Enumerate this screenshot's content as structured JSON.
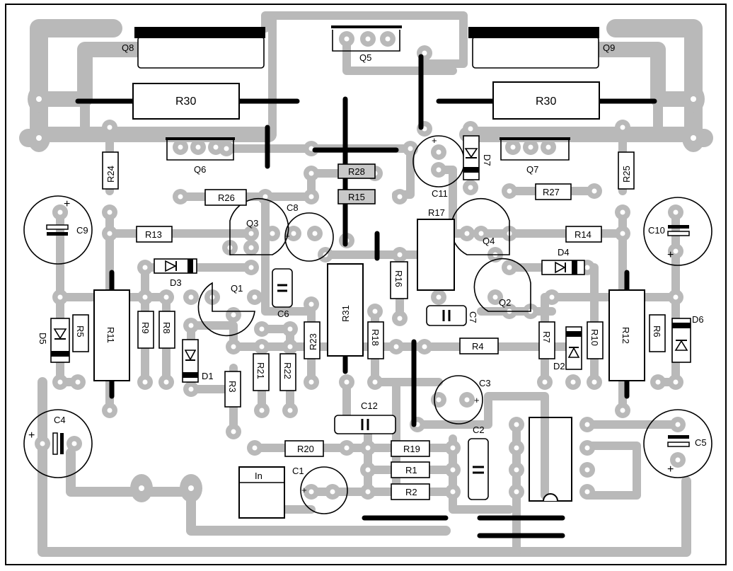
{
  "board": {
    "resistors": [
      "R30",
      "R30",
      "R24",
      "R25",
      "R26",
      "R28",
      "R15",
      "R27",
      "R13",
      "R14",
      "R17",
      "R16",
      "R31",
      "R11",
      "R12",
      "R9",
      "R8",
      "R5",
      "R6",
      "R23",
      "R18",
      "R4",
      "R7",
      "R10",
      "R3",
      "R21",
      "R22",
      "R20",
      "R19",
      "R1",
      "R2"
    ],
    "transistors": [
      "Q8",
      "Q9",
      "Q5",
      "Q6",
      "Q7",
      "Q3",
      "Q4",
      "Q1",
      "Q2"
    ],
    "capacitors": [
      "C9",
      "C10",
      "C8",
      "C11",
      "C6",
      "C7",
      "C3",
      "C12",
      "C2",
      "C4",
      "C5",
      "C1"
    ],
    "diodes": [
      "D7",
      "D4",
      "D3",
      "D1",
      "D2",
      "D5",
      "D6"
    ],
    "connector": "In",
    "polarity_mark": "+"
  }
}
